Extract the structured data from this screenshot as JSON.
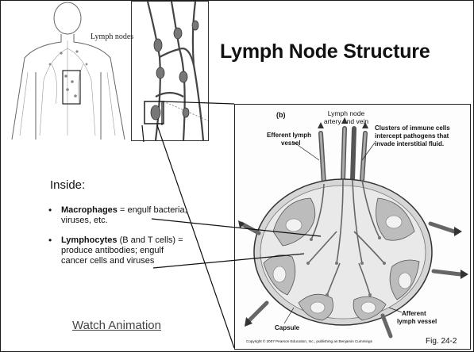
{
  "slide": {
    "title": "Lymph Node Structure",
    "inside_label": "Inside:",
    "bullets": [
      {
        "term": "Macrophages",
        "rest": " = engulf bacteria, viruses, etc."
      },
      {
        "term": "Lymphocytes",
        "rest": "  (B and T cells) = produce antibodies; engulf cancer cells and viruses"
      }
    ],
    "link": "Watch Animation"
  },
  "thumbnail": {
    "callout": "Lymph nodes"
  },
  "figure": {
    "panel": "(b)",
    "labels": {
      "artery_vein": [
        "Lymph node",
        "artery and vein"
      ],
      "efferent": [
        "Efferent lymph",
        "vessel"
      ],
      "clusters": [
        "Clusters of immune cells",
        "intercept pathogens that",
        "invade interstitial fluid."
      ],
      "capsule": "Capsule",
      "afferent": [
        "Afferent",
        "lymph vessel"
      ]
    },
    "copyright": "Copyright © 2007 Pearson Education, Inc., publishing as Benjamin Cummings",
    "fig_number": "Fig. 24-2"
  },
  "colors": {
    "text": "#111111",
    "link": "#444444",
    "line": "#1a1a1a",
    "figure_gray": "#8a8a8a"
  }
}
